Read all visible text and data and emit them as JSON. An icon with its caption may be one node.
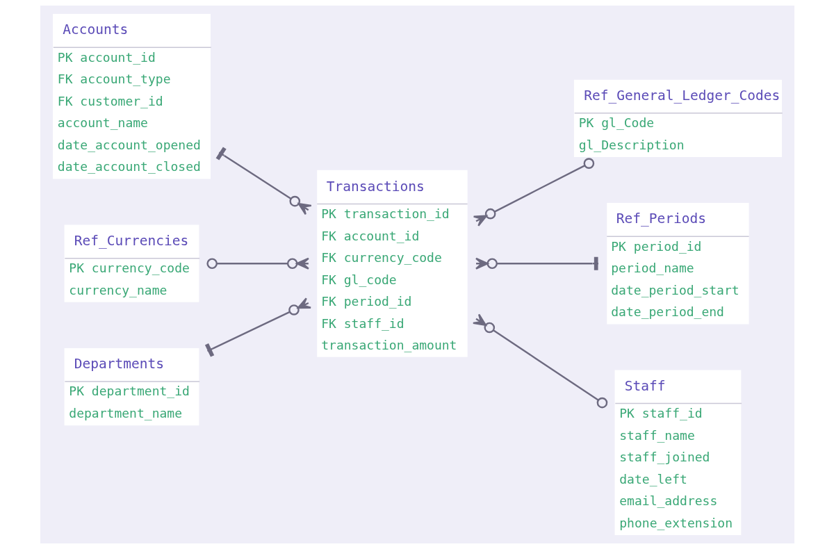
{
  "diagram": {
    "nodes": [
      {
        "text": [
          "Accounts",
          "PK account_id",
          "FK account_type",
          "FK customer_id",
          "account_name",
          "date_account_opened",
          "date_account_closed"
        ]
      },
      {
        "text": [
          "Ref_General_Ledger_Codes",
          "PK gl_Code",
          "gl_Description"
        ]
      },
      {
        "text": [
          "Transactions",
          "PK transaction_id",
          "FK account_id",
          "FK currency_code",
          "FK gl_code",
          "FK period_id",
          "FK staff_id",
          "transaction_amount"
        ]
      },
      {
        "text": [
          "Ref_Periods",
          "PK period_id",
          "period_name",
          "date_period_start",
          "date_period_end"
        ]
      },
      {
        "text": [
          "Ref_Currencies",
          "PK currency_code",
          "currency_name"
        ]
      },
      {
        "text": [
          "Departments",
          "PK department_id",
          "department_name"
        ]
      },
      {
        "text": [
          "Staff",
          "PK staff_id",
          "staff_name",
          "staff_joined",
          "date_left",
          "email_address",
          "phone_extension"
        ]
      }
    ],
    "edges": [
      {
        "from": 0,
        "to": 2,
        "arrow": "other"
      },
      {
        "from": 2,
        "to": 1,
        "arrow": "other"
      },
      {
        "from": 2,
        "to": 3,
        "arrow": "other"
      },
      {
        "from": 4,
        "to": 2,
        "arrow": "other"
      },
      {
        "from": 5,
        "to": 2,
        "arrow": "other"
      },
      {
        "from": 2,
        "to": 6,
        "arrow": "other"
      }
    ]
  }
}
